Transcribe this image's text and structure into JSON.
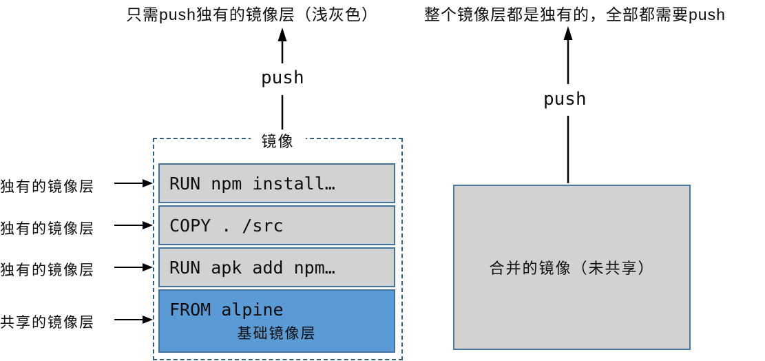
{
  "captions": {
    "left": "只需push独有的镜像层（浅灰色）",
    "right": "整个镜像层都是独有的，全部都需要push"
  },
  "left_diagram": {
    "push_label": "push",
    "box_title": "镜像",
    "row_labels": [
      {
        "text": "独有的镜像层"
      },
      {
        "text": "独有的镜像层"
      },
      {
        "text": "独有的镜像层"
      },
      {
        "text": "共享的镜像层"
      }
    ],
    "layers": [
      {
        "text": "RUN npm install…",
        "type": "unique"
      },
      {
        "text": "COPY . /src",
        "type": "unique"
      },
      {
        "text": "RUN apk add npm…",
        "type": "unique"
      },
      {
        "text": "FROM alpine",
        "sublabel": "基础镜像层",
        "type": "shared"
      }
    ]
  },
  "right_diagram": {
    "push_label": "push",
    "box_label": "合并的镜像（未共享）"
  },
  "colors": {
    "unique_layer_fill": "#d2d2d2",
    "layer_border": "#41719c",
    "shared_layer_fill": "#5b9bd5",
    "dashed_border": "#2e5d7d",
    "merged_box_fill": "#d2d2d2",
    "merged_box_border": "#4a7ba6",
    "arrow": "#000000"
  }
}
